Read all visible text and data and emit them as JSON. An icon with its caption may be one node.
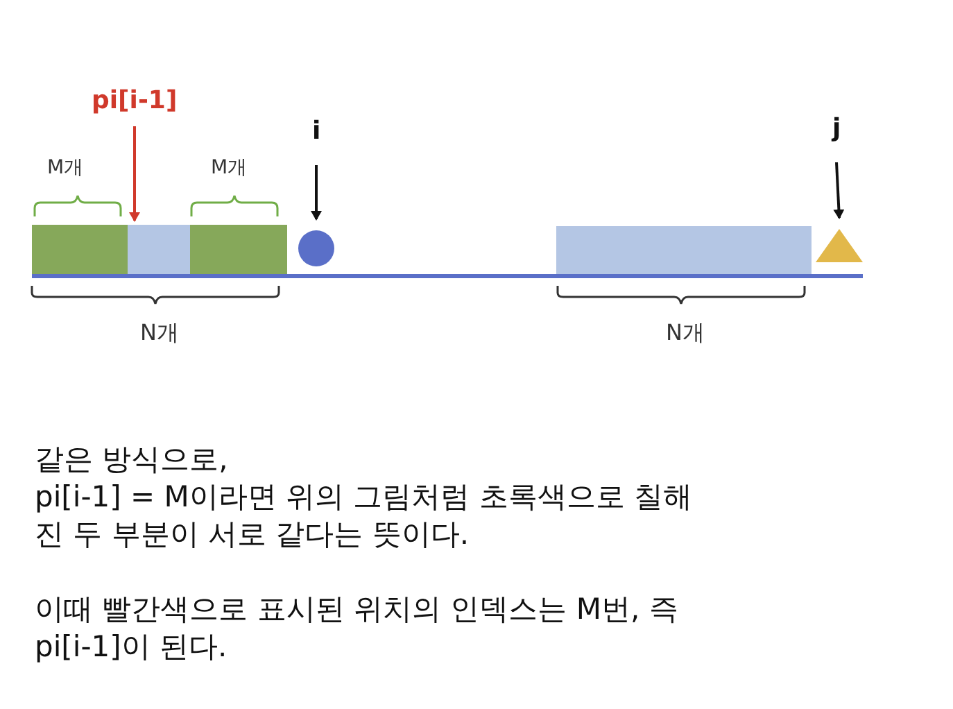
{
  "diagram": {
    "nodes": [
      {
        "text": [
          "pi[i-1]"
        ]
      },
      {
        "text": [
          "i"
        ]
      },
      {
        "text": [
          "j"
        ]
      },
      {
        "text": [],
        "shape": "circle"
      },
      {
        "text": [],
        "shape": "triangle"
      }
    ],
    "edges": [
      {
        "from": 0,
        "to": null,
        "arrow": "to",
        "color": "#d0392b"
      },
      {
        "from": 1,
        "to": 3,
        "arrow": "to"
      },
      {
        "from": 2,
        "to": 4,
        "arrow": "to"
      }
    ],
    "labels": [
      "M개",
      "M개",
      "N개",
      "N개",
      "같은 방식으로,",
      "pi[i-1] = M이라면 위의 그림처럼 초록색으로 칠해진 두 부분이 서로 같다는 뜻이다.",
      "이때 빨간색으로 표시된 위치의 인덱스는 M번, 즉 pi[i-1]이 된다."
    ]
  }
}
